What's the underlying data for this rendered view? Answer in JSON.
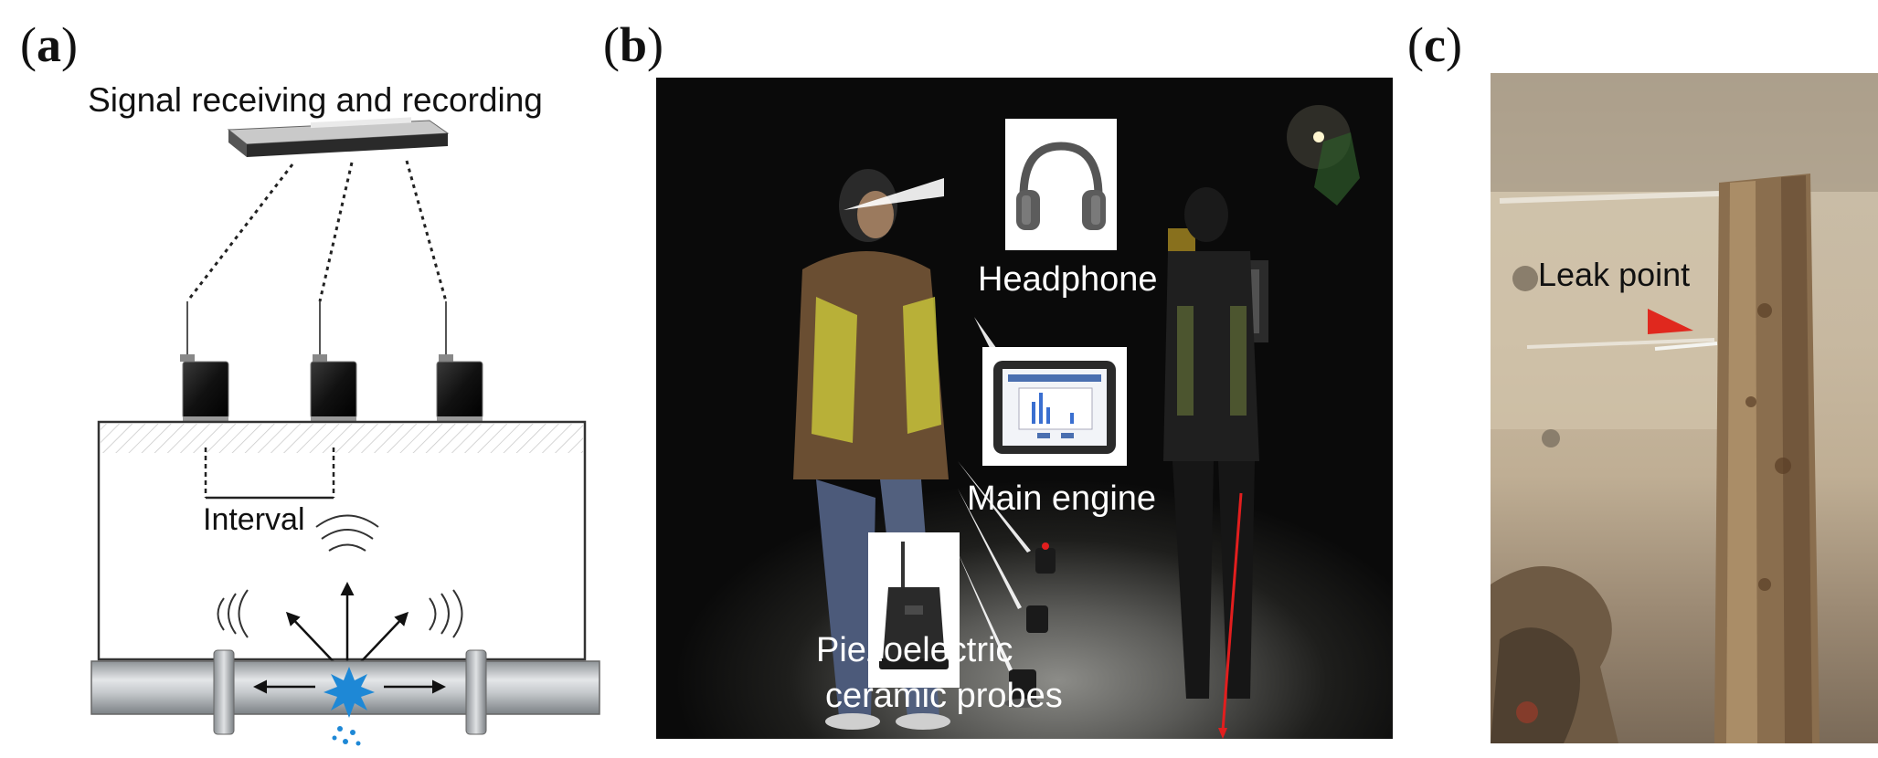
{
  "panels": {
    "a": {
      "letter": "a",
      "recorder_label": "Signal receiving and recording",
      "interval_label": "Interval"
    },
    "b": {
      "letter": "b",
      "headphone_label": "Headphone",
      "main_engine_label": "Main engine",
      "probes_label_line1": "Piezoelectric",
      "probes_label_line2": "ceramic probes"
    },
    "c": {
      "letter": "c",
      "leak_label": "Leak point"
    }
  },
  "colors": {
    "leak_splash": "#1e88d6",
    "leak_arrow": "#e0281e",
    "probe_line": "#e21e1e",
    "pipe": "#bfc3c6"
  }
}
